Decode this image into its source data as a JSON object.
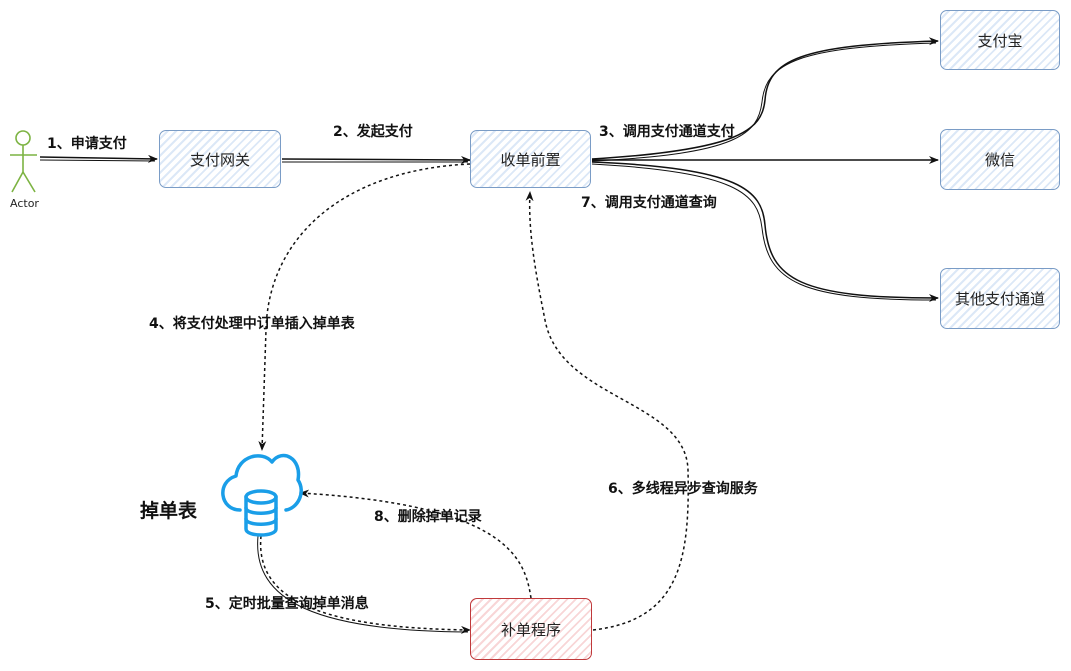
{
  "actor": {
    "label": "Actor"
  },
  "nodes": {
    "gateway": "支付网关",
    "front": "收单前置",
    "alipay": "支付宝",
    "wechat": "微信",
    "other": "其他支付通道",
    "repair": "补单程序",
    "drop_table": "掉单表"
  },
  "edges": {
    "e1": "1、申请支付",
    "e2": "2、发起支付",
    "e3": "3、调用支付通道支付",
    "e4": "4、将支付处理中订单插入掉单表",
    "e5": "5、定时批量查询掉单消息",
    "e6": "6、多线程异步查询服务",
    "e7": "7、调用支付通道查询",
    "e8": "8、删除掉单记录"
  },
  "colors": {
    "actor": "#7cb342",
    "blue_border": "#7a9cc6",
    "red_border": "#c0393b",
    "db_icon": "#1a9ee8"
  }
}
